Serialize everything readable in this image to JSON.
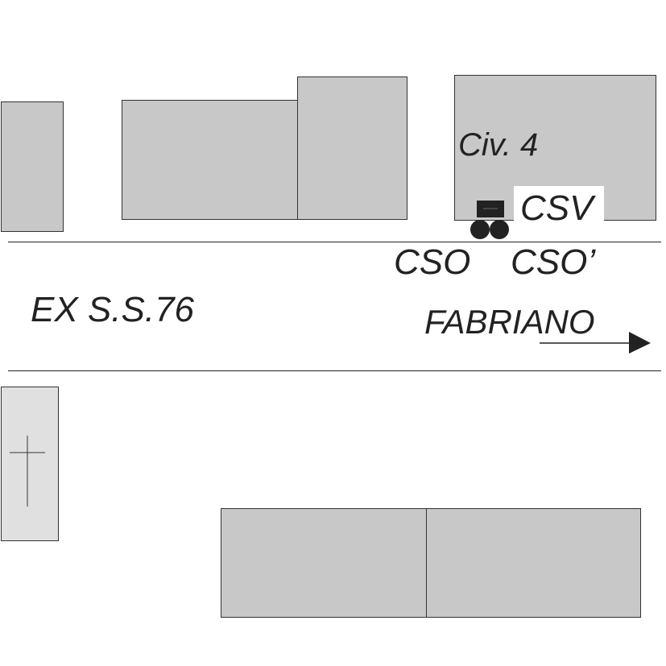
{
  "labels": {
    "civic_number": "Civ. 4",
    "csv": "CSV",
    "cso": "CSO",
    "cso_prime": "CSO’",
    "road_name": "EX S.S.76",
    "direction": "FABRIANO"
  },
  "colors": {
    "building_fill": "#c8c8c8",
    "church_fill": "#e0e0e0",
    "outline": "#333333",
    "marker": "#222222"
  },
  "icons": [
    "cross-icon",
    "arrow-right-icon",
    "bin-icon"
  ]
}
